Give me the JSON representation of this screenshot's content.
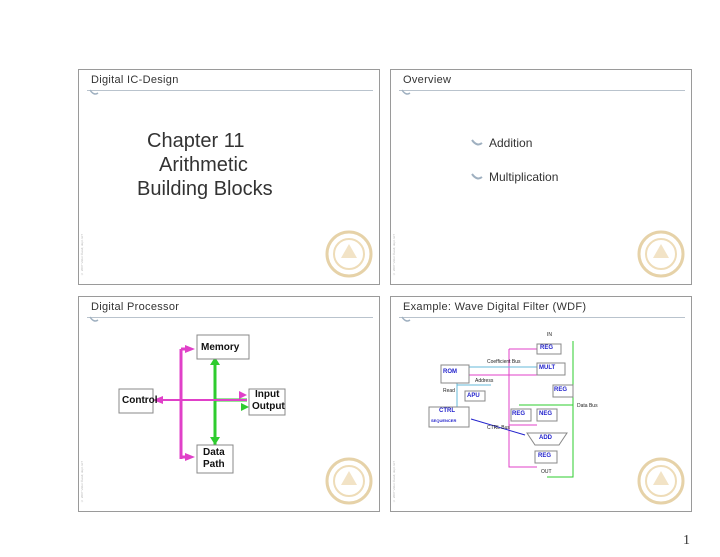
{
  "slides": {
    "s1": {
      "title": "Digital IC-Design",
      "lines": [
        "Chapter 11",
        "Arithmetic",
        "Building Blocks"
      ],
      "side_text": "© 2007 Viktor Öwall, dept. EIT"
    },
    "s2": {
      "title": "Overview",
      "bullets": [
        "Addition",
        "Multiplication"
      ],
      "side_text": "© 2007 Viktor Öwall, dept. EIT"
    },
    "s3": {
      "title": "Digital Processor",
      "blocks": {
        "memory": "Memory",
        "control": "Control",
        "io_line1": "Input",
        "io_line2": "Output",
        "datapath_line1": "Data",
        "datapath_line2": "Path"
      },
      "side_text": "© 2007 Viktor Öwall, dept. EIT"
    },
    "s4": {
      "title": "Example: Wave Digital Filter (WDF)",
      "labels": {
        "in": "IN",
        "reg_top": "REG",
        "coef_bus": "Coefficient Bus",
        "rom": "ROM",
        "mult": "MULT",
        "address": "Address",
        "read": "Read",
        "apu": "APU",
        "reg_mid": "REG",
        "data_bus": "Data Bus",
        "ctrl": "CTRL",
        "sequencer": "SEQUENCER",
        "reg_left": "REG",
        "neg": "NEG",
        "ctrl_bus": "CTRL Bus",
        "add": "ADD",
        "reg_bottom": "REG",
        "out": "OUT"
      },
      "side_text": "© 2007 Viktor Öwall, dept. EIT"
    }
  },
  "page_number": "1",
  "colors": {
    "magenta": "#e040c8",
    "green": "#2ecc2e",
    "cyan": "#64b8d8",
    "blue": "#2222cc"
  }
}
